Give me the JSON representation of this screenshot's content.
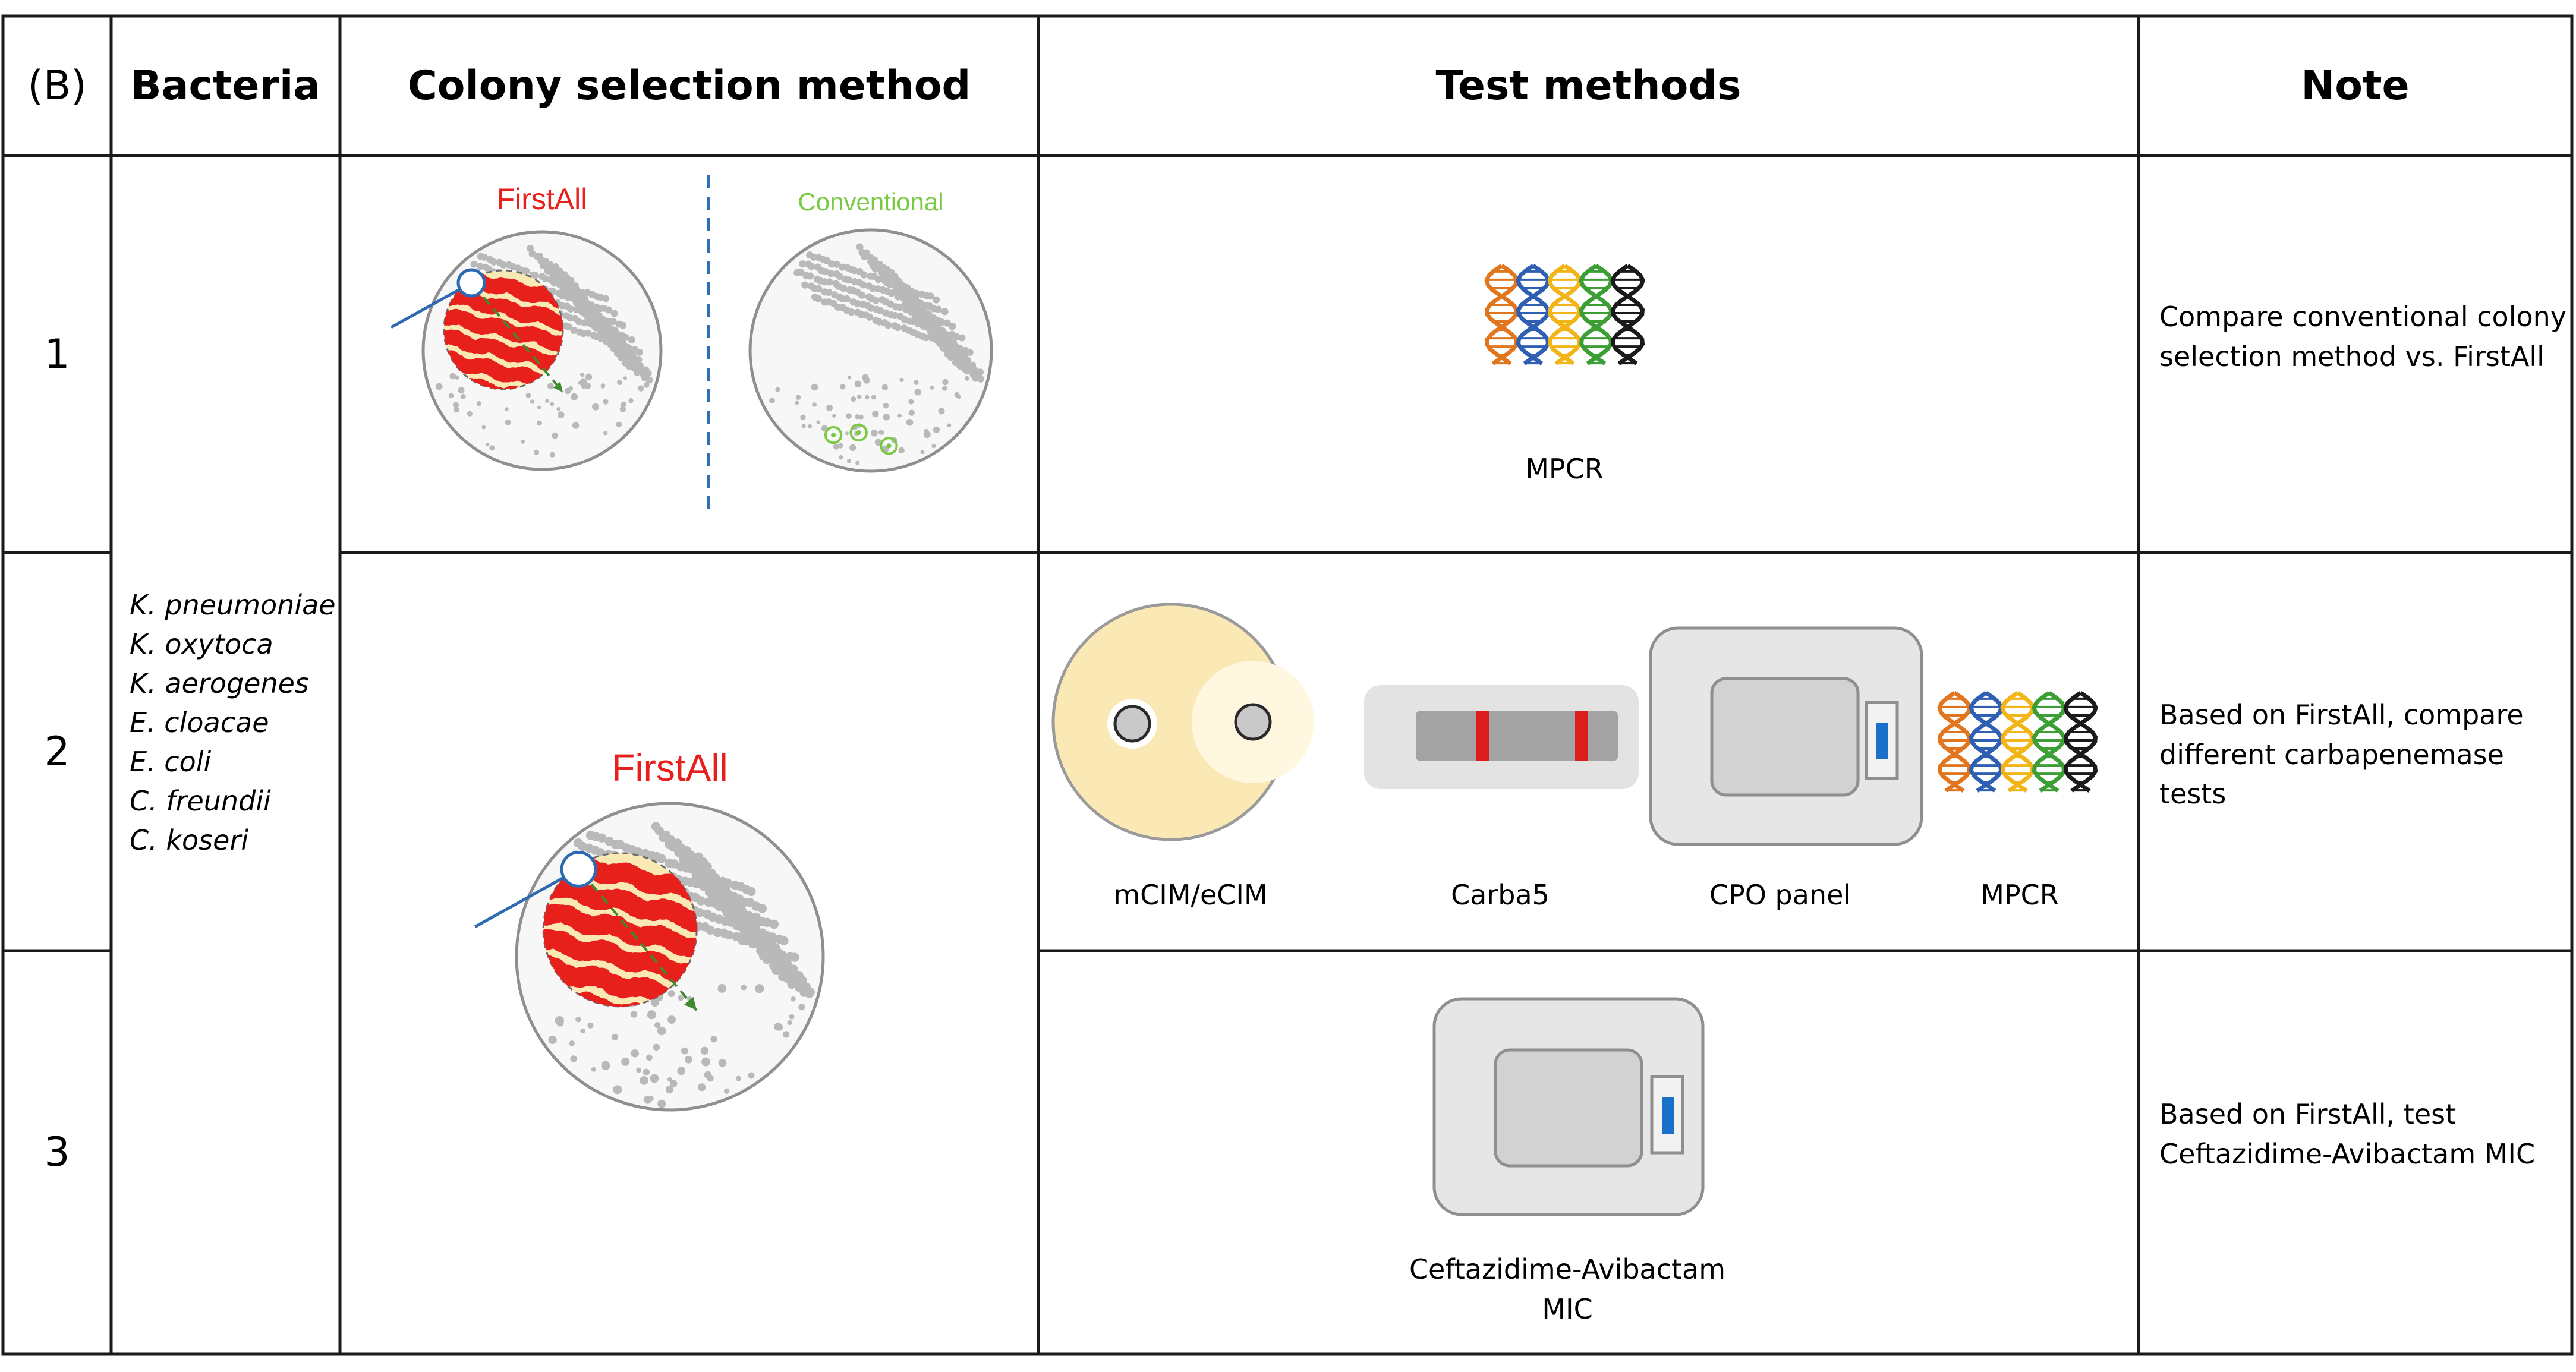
{
  "panel_label": "(B)",
  "headers": {
    "bacteria": "Bacteria",
    "colony": "Colony selection method",
    "tests": "Test methods",
    "note": "Note"
  },
  "rows": [
    {
      "num": "1",
      "note": "Compare conventional colony selection method vs. FirstAll"
    },
    {
      "num": "2",
      "note": "Based on FirstAll, compare different carbapenemase tests"
    },
    {
      "num": "3",
      "note": "Based on FirstAll, test Ceftazidime-Avibactam MIC"
    }
  ],
  "bacteria": [
    "K. pneumoniae",
    "K. oxytoca",
    "K. aerogenes",
    "E. cloacae",
    "E. coli",
    "C. freundii",
    "C. koseri"
  ],
  "colony": {
    "firstall_label": "FirstAll",
    "conventional_label": "Conventional",
    "firstall_large_label": "FirstAll"
  },
  "tests": {
    "row1": [
      "MPCR"
    ],
    "row2": [
      "mCIM/eCIM",
      "Carba5",
      "CPO panel",
      "MPCR"
    ],
    "row3_line1": "Ceftazidime-Avibactam",
    "row3_line2": "MIC"
  },
  "colors": {
    "firstall": "#e8201c",
    "conventional": "#7ac943",
    "border": "#1a1a1a",
    "dashed_divider": "#2f6fb5",
    "loop": "#2e6ab1",
    "yellow": "#fbe9b5",
    "dna": [
      "#e2761e",
      "#2f5fb3",
      "#f2b417",
      "#3d9e35",
      "#1a1a1a"
    ]
  },
  "icons": [
    "inoculating-loop-icon",
    "agar-plate-icon",
    "dna-helix-icon",
    "lateral-flow-strip-icon",
    "panel-cartridge-icon"
  ]
}
